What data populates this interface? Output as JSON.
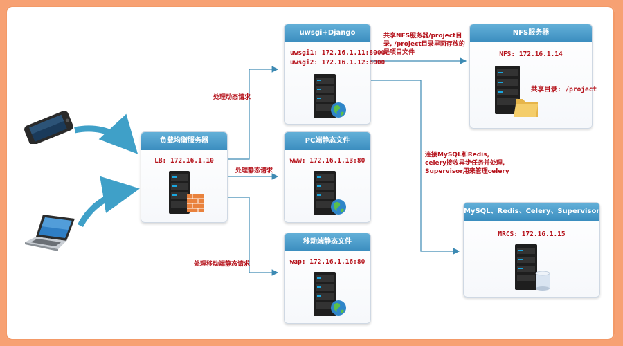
{
  "lb": {
    "title": "负载均衡服务器",
    "ip": "LB: 172.16.1.10"
  },
  "uwsgi": {
    "title": "uwsgi+Django",
    "ip1": "uwsgi1: 172.16.1.11:8000",
    "ip2": "uwsgi2: 172.16.1.12:8000"
  },
  "pc": {
    "title": "PC端静态文件",
    "ip": "www: 172.16.1.13:80"
  },
  "mobile": {
    "title": "移动端静态文件",
    "ip": "wap: 172.16.1.16:80"
  },
  "nfs": {
    "title": "NFS服务器",
    "ip": "NFS: 172.16.1.14",
    "share": "共享目录: /project"
  },
  "mrcs": {
    "title": "MySQL、Redis、Celery、Supervisor",
    "ip": "MRCS: 172.16.1.15"
  },
  "labels": {
    "dynamic": "处理动态请求",
    "static": "处理静态请求",
    "mobile_static": "处理移动端静态请求",
    "nfs_line1": "共享NFS服务器/project目",
    "nfs_line2": "录, /project目录里面存放的",
    "nfs_line3": "是项目文件",
    "mrcs_line1": "连接MySQL和Redis,",
    "mrcs_line2": "celery接收异步任务并处理,",
    "mrcs_line3": "Supervisor用来管理celery"
  },
  "colors": {
    "header": "#3b8dbf",
    "text": "#b5121b",
    "line": "#3d8ab3",
    "arrow": "#3fa0c8"
  }
}
